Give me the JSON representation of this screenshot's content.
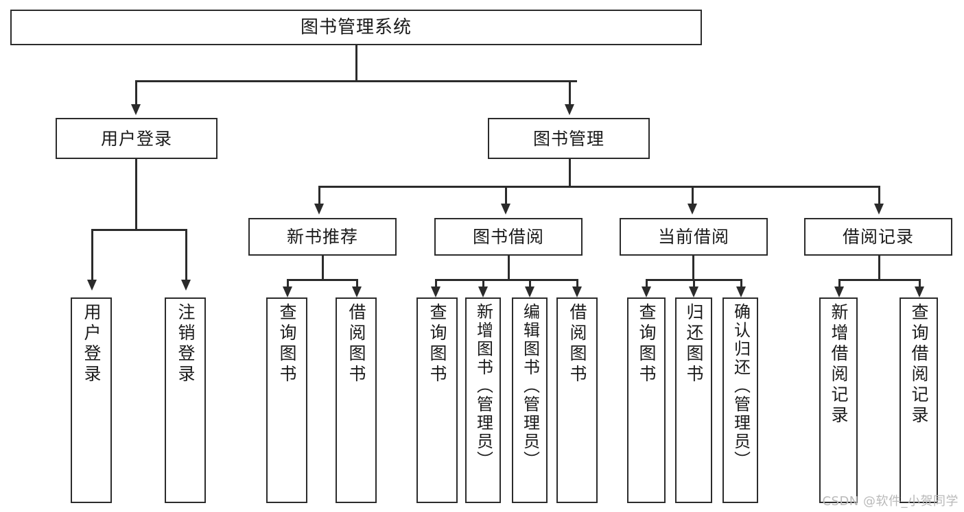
{
  "diagram": {
    "type": "tree-hierarchy",
    "title": "图书管理系统",
    "root": {
      "id": "root",
      "label": "图书管理系统",
      "orientation": "horizontal"
    },
    "level2": [
      {
        "id": "user-login",
        "label": "用户登录",
        "orientation": "horizontal"
      },
      {
        "id": "book-manage",
        "label": "图书管理",
        "orientation": "horizontal"
      }
    ],
    "level3": [
      {
        "id": "new-book-recommend",
        "label": "新书推荐",
        "orientation": "horizontal",
        "parent": "book-manage"
      },
      {
        "id": "book-borrow",
        "label": "图书借阅",
        "orientation": "horizontal",
        "parent": "book-manage"
      },
      {
        "id": "current-borrow",
        "label": "当前借阅",
        "orientation": "horizontal",
        "parent": "book-manage"
      },
      {
        "id": "borrow-record",
        "label": "借阅记录",
        "orientation": "horizontal",
        "parent": "book-manage"
      }
    ],
    "leaves": [
      {
        "id": "leaf-user-login",
        "label": "用户登录",
        "parent": "user-login",
        "orientation": "vertical"
      },
      {
        "id": "leaf-logout",
        "label": "注销登录",
        "parent": "user-login",
        "orientation": "vertical"
      },
      {
        "id": "leaf-query-book-1",
        "label": "查询图书",
        "parent": "new-book-recommend",
        "orientation": "vertical"
      },
      {
        "id": "leaf-borrow-book-1",
        "label": "借阅图书",
        "parent": "new-book-recommend",
        "orientation": "vertical"
      },
      {
        "id": "leaf-query-book-2",
        "label": "查询图书",
        "parent": "book-borrow",
        "orientation": "vertical"
      },
      {
        "id": "leaf-add-book",
        "label": "新增图书（管理员）",
        "parent": "book-borrow",
        "orientation": "vertical"
      },
      {
        "id": "leaf-edit-book",
        "label": "编辑图书（管理员）",
        "parent": "book-borrow",
        "orientation": "vertical"
      },
      {
        "id": "leaf-borrow-book-2",
        "label": "借阅图书",
        "parent": "book-borrow",
        "orientation": "vertical"
      },
      {
        "id": "leaf-query-book-3",
        "label": "查询图书",
        "parent": "current-borrow",
        "orientation": "vertical"
      },
      {
        "id": "leaf-return-book",
        "label": "归还图书",
        "parent": "current-borrow",
        "orientation": "vertical"
      },
      {
        "id": "leaf-confirm-return",
        "label": "确认归还（管理员）",
        "parent": "current-borrow",
        "orientation": "vertical"
      },
      {
        "id": "leaf-add-record",
        "label": "新增借阅记录",
        "parent": "borrow-record",
        "orientation": "vertical"
      },
      {
        "id": "leaf-query-record",
        "label": "查询借阅记录",
        "parent": "borrow-record",
        "orientation": "vertical"
      }
    ],
    "watermark": "CSDN @软件_小贺同学",
    "colors": {
      "stroke": "#2b2b2b",
      "fill": "#ffffff",
      "text": "#1a1a1a",
      "watermark": "#b9b9b9"
    }
  }
}
